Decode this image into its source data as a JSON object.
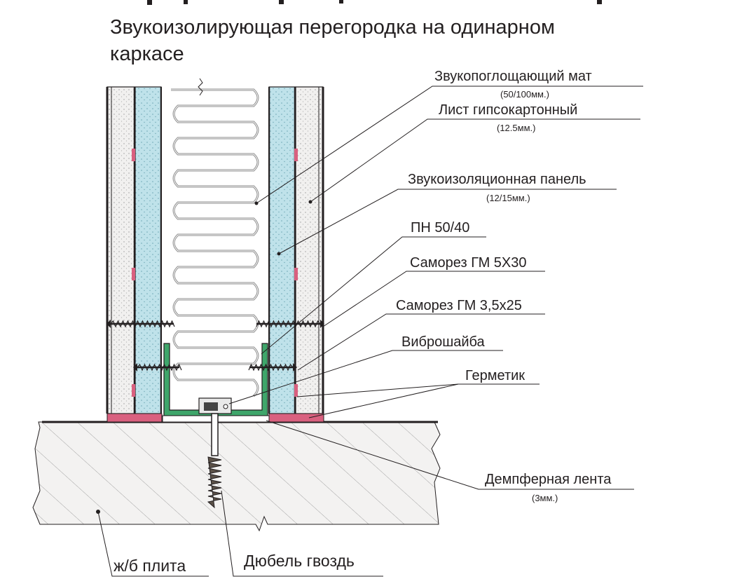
{
  "title": {
    "line1": "Звукоизолирующая перегородка на одинарном",
    "line2": "каркасе"
  },
  "labels": {
    "sound_absorbing_mat": "Звукопоглощающий мат",
    "sound_absorbing_mat_size": "(50/100мм.)",
    "gypsum_board": "Лист гипсокартонный",
    "gypsum_board_size": "(12.5мм.)",
    "soundproof_panel": "Звукоизоляционная панель",
    "soundproof_panel_size": "(12/15мм.)",
    "profile": "ПН 50/40",
    "screw_30": "Саморез ГМ 5Х30",
    "screw_25": "Саморез ГМ 3,5х25",
    "vibro_washer": "Виброшайба",
    "sealant": "Герметик",
    "damper_tape": "Демпферная лента",
    "damper_tape_size": "(3мм.)",
    "concrete_slab": "ж/б плита",
    "dowel_nail": "Дюбель гвоздь"
  },
  "colors": {
    "line": "#231f20",
    "gypsum_fill": "#f1f0ef",
    "panel_fill": "#bfe2ea",
    "profile_fill": "#3fa66b",
    "sealant": "#d9607f",
    "concrete_fill": "#f3f2f1",
    "mat_line": "#8d8d8d"
  }
}
